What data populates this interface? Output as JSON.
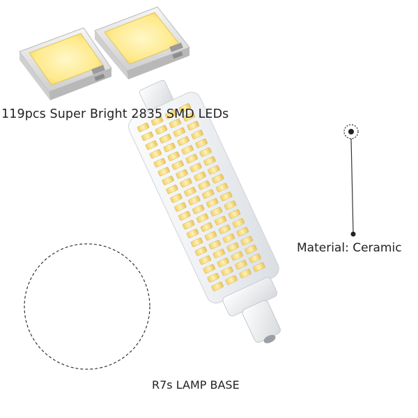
{
  "captions": {
    "leds": "119pcs Super Bright 2835 SMD LEDs",
    "material": "Material: Ceramic",
    "base": "R7s LAMP BASE"
  },
  "colors": {
    "led_yellow": "#ffe27a",
    "body_white": "#eef0f2",
    "callout_dash": "#333333",
    "text": "#222222"
  },
  "icons": {
    "led_chip": "smd-led-chip",
    "callout_marker": "target-dot"
  }
}
